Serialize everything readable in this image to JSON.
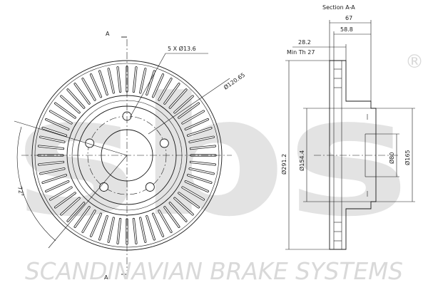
{
  "watermark": {
    "logo": "sbs",
    "registered": "®",
    "company": "SCANDINAVIAN BRAKE SYSTEMS"
  },
  "front_view": {
    "section_mark_top": "A",
    "section_mark_bottom": "A",
    "bolt_holes_label": "5 X Ø13.6",
    "pcd_label": "Ø120.65",
    "angle_label": "72°"
  },
  "section_view": {
    "title": "Section A-A",
    "overall_thickness": "67",
    "hat_height": "58.8",
    "disc_thickness": "28.2",
    "min_thickness": "Min Th 27",
    "outer_diameter": "Ø291.2",
    "hat_outer_diameter": "Ø154.4",
    "center_bore": "Ø80",
    "hat_diameter": "Ø165"
  },
  "colors": {
    "line": "#1a1a1a",
    "watermark": "#d9d9d9"
  }
}
